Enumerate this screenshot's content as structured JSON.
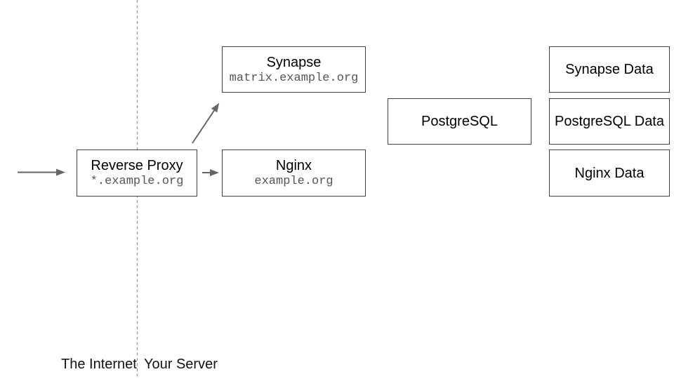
{
  "diagram": {
    "zones": {
      "internet_label": "The Internet",
      "server_label": "Your Server"
    },
    "nodes": [
      {
        "title": "Reverse Proxy",
        "subtitle": "*.example.org"
      },
      {
        "title": "Synapse",
        "subtitle": "matrix.example.org"
      },
      {
        "title": "Nginx",
        "subtitle": "example.org"
      },
      {
        "title": "PostgreSQL"
      },
      {
        "title": "Synapse Data"
      },
      {
        "title": "PostgreSQL Data"
      },
      {
        "title": "Nginx Data"
      }
    ],
    "colors": {
      "arrow": "#666666",
      "box_border": "#404040",
      "dashed_boundary": "#999999",
      "title_text": "#000000",
      "subtitle_text": "#555555"
    }
  }
}
